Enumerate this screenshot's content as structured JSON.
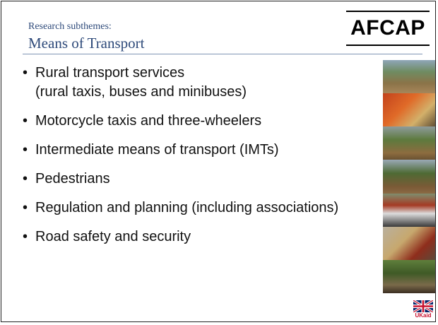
{
  "header": {
    "subtitle_small": "Research subthemes:",
    "subtitle_main": "Means of Transport",
    "logo": "AFCAP"
  },
  "bullets": [
    {
      "line1": "Rural transport services",
      "line2": "(rural taxis, buses and minibuses)"
    },
    {
      "line1": "Motorcycle taxis and three-wheelers",
      "line2": ""
    },
    {
      "line1": "Intermediate means of transport (IMTs)",
      "line2": ""
    },
    {
      "line1": "Pedestrians",
      "line2": ""
    },
    {
      "line1": "Regulation and planning (including associations)",
      "line2": ""
    },
    {
      "line1": "Road safety and security",
      "line2": ""
    }
  ],
  "bullet_char": "•",
  "footer_logo": "UKaid",
  "colors": {
    "title_blue": "#2e4a7a",
    "rule": "#7e94b4",
    "text": "#111111",
    "ukaid_red": "#c8102e",
    "union_blue": "#012169"
  },
  "photos": [
    "dirt-road-photo",
    "minibus-interior-photo",
    "rural-road-photo",
    "donkey-cart-photo",
    "pedestrians-car-photo",
    "minibus-photo",
    "motorcycle-riders-photo"
  ]
}
